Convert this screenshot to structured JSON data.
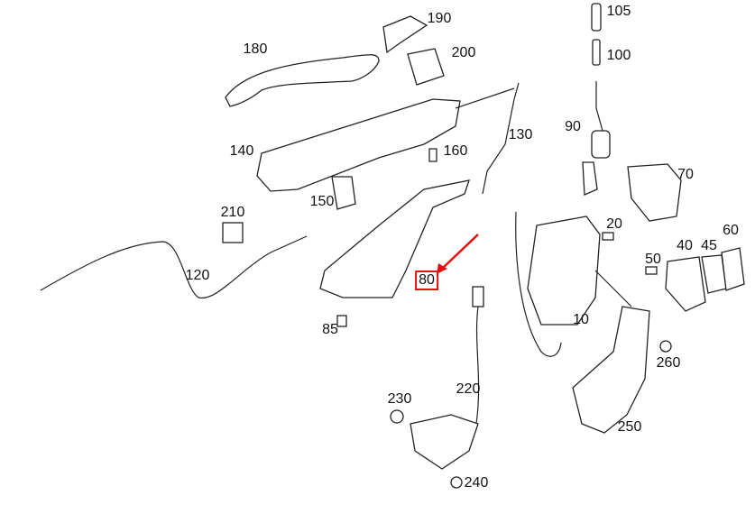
{
  "diagram": {
    "highlighted_part": "80",
    "highlight_color": "#e01010",
    "parts": [
      {
        "id": "105",
        "label": "105"
      },
      {
        "id": "100",
        "label": "100"
      },
      {
        "id": "190",
        "label": "190"
      },
      {
        "id": "200",
        "label": "200"
      },
      {
        "id": "180",
        "label": "180"
      },
      {
        "id": "130",
        "label": "130"
      },
      {
        "id": "90",
        "label": "90"
      },
      {
        "id": "160",
        "label": "160"
      },
      {
        "id": "140",
        "label": "140"
      },
      {
        "id": "70",
        "label": "70"
      },
      {
        "id": "150",
        "label": "150"
      },
      {
        "id": "210",
        "label": "210"
      },
      {
        "id": "20",
        "label": "20"
      },
      {
        "id": "60",
        "label": "60"
      },
      {
        "id": "40",
        "label": "40"
      },
      {
        "id": "45",
        "label": "45"
      },
      {
        "id": "50",
        "label": "50"
      },
      {
        "id": "120",
        "label": "120"
      },
      {
        "id": "80",
        "label": "80"
      },
      {
        "id": "10",
        "label": "10"
      },
      {
        "id": "85",
        "label": "85"
      },
      {
        "id": "260",
        "label": "260"
      },
      {
        "id": "230",
        "label": "230"
      },
      {
        "id": "220",
        "label": "220"
      },
      {
        "id": "250",
        "label": "250"
      },
      {
        "id": "240",
        "label": "240"
      }
    ]
  }
}
